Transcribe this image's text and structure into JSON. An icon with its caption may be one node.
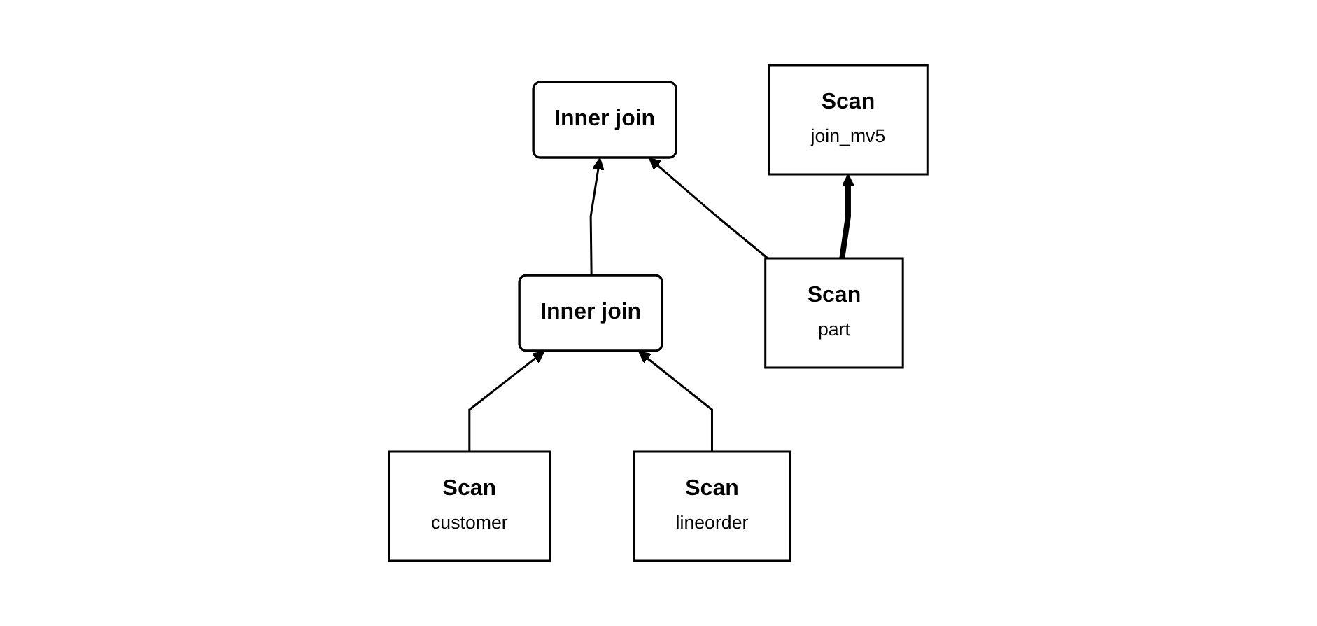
{
  "diagram": {
    "nodes": [
      {
        "text": [
          "Inner join"
        ]
      },
      {
        "text": [
          "Inner join"
        ]
      },
      {
        "text": [
          "Scan",
          "part"
        ]
      },
      {
        "text": [
          "Scan",
          "customer"
        ]
      },
      {
        "text": [
          "Scan",
          "lineorder"
        ]
      },
      {
        "text": [
          "Scan",
          "join_mv5"
        ]
      }
    ],
    "edges": [
      {
        "from": 1,
        "to": 0,
        "arrow": "to"
      },
      {
        "from": 2,
        "to": 0,
        "arrow": "to"
      },
      {
        "from": 3,
        "to": 1,
        "arrow": "to"
      },
      {
        "from": 4,
        "to": 1,
        "arrow": "to"
      },
      {
        "from": 2,
        "to": 5,
        "arrow": "to",
        "style": "thick"
      }
    ]
  }
}
